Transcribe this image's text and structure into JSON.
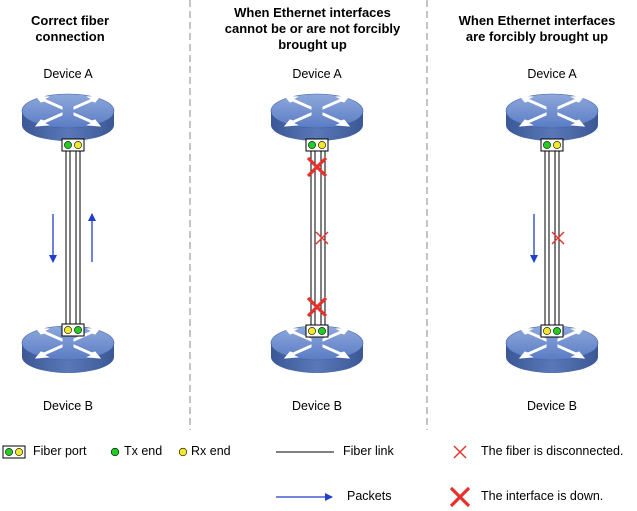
{
  "panels": [
    {
      "heading_line1": "Correct fiber",
      "heading_line2": "connection",
      "heading_line3": "",
      "top_device": "Device A",
      "bottom_device": "Device B"
    },
    {
      "heading_line1": "When Ethernet interfaces",
      "heading_line2": "cannot be or are not forcibly",
      "heading_line3": "brought up",
      "top_device": "Device A",
      "bottom_device": "Device B"
    },
    {
      "heading_line1": "When Ethernet interfaces",
      "heading_line2": "are forcibly brought up",
      "heading_line3": "",
      "top_device": "Device A",
      "bottom_device": "Device B"
    }
  ],
  "legend": {
    "fiber_port": "Fiber port",
    "tx_end": "Tx end",
    "rx_end": "Rx end",
    "fiber_link": "Fiber link",
    "fiber_disconnected": "The fiber is disconnected.",
    "packets": "Packets",
    "interface_down": "The interface is down."
  },
  "colors": {
    "router_body": "#4a68a8",
    "router_top": "#6f8fcf",
    "tx_green": "#22cc22",
    "rx_yellow": "#f2e82a",
    "cross_red": "#e8302a",
    "packet_arrow": "#1f3fcc",
    "divider": "#888888"
  }
}
